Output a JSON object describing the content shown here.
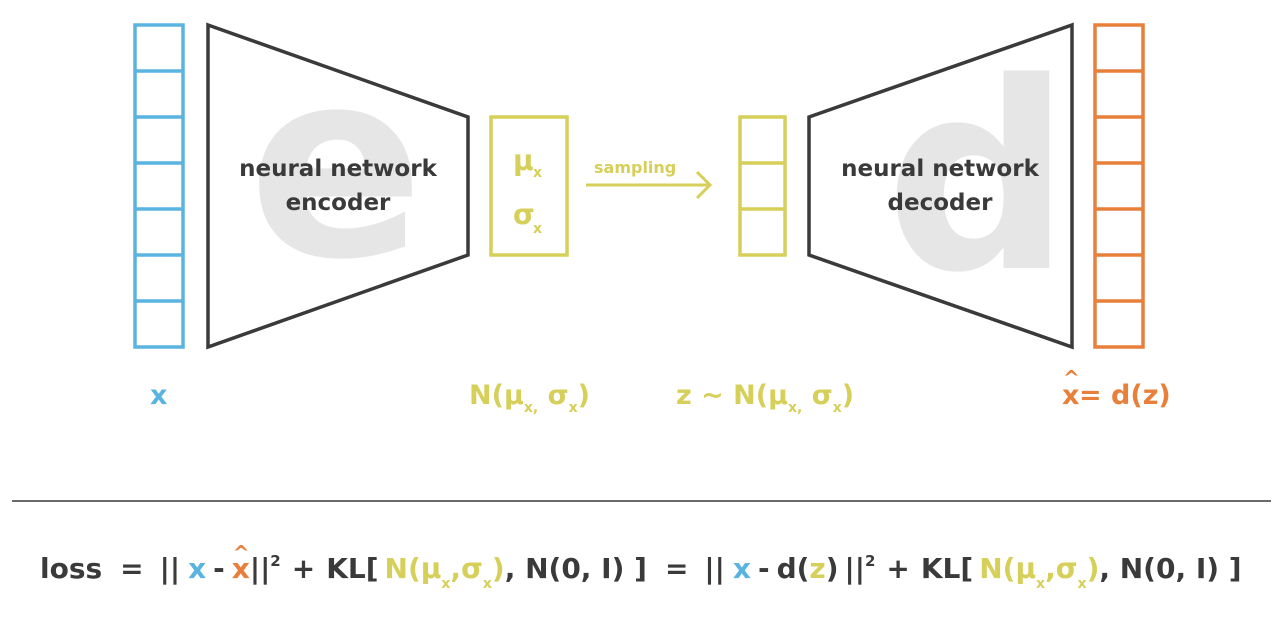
{
  "colors": {
    "input": "#5ab4e0",
    "latent": "#d6cf5a",
    "output": "#e87f3a",
    "dark": "#3a3a3a",
    "watermark": "#e6e6e6"
  },
  "encoder": {
    "watermark": "e",
    "label_line1": "neural network",
    "label_line2": "encoder"
  },
  "decoder": {
    "watermark": "d",
    "label_line1": "neural network",
    "label_line2": "decoder"
  },
  "latent_params": {
    "mu": "μ",
    "sigma": "σ",
    "sub": "x"
  },
  "arrow_label": "sampling",
  "labels": {
    "x": "x",
    "dist": {
      "N": "N(",
      "mu": "μ",
      "sub_mu": "x,",
      "sigma": " σ",
      "sub_sigma": "x",
      "close": ")"
    },
    "z": {
      "prefix": "z ~ N(",
      "mu": "μ",
      "sub_mu": "x,",
      "sigma": " σ",
      "sub_sigma": "x",
      "close": ")"
    },
    "xhat": {
      "x": "x",
      "hat": "^",
      "rest": " = d(z)"
    }
  },
  "loss": {
    "loss": "loss",
    "eq": "=",
    "norm_open": "||",
    "x": "x",
    "minus": "-",
    "xhat": "x",
    "hat": "^",
    "norm_close": "||",
    "sq": "2",
    "plus": "+",
    "kl_open": "KL[",
    "n_open": "N(",
    "mu": "μ",
    "sub": "x",
    "comma": ",",
    "sigma": "σ",
    "n_close": ")",
    "rest_kl": ", N(0, I) ]",
    "d_open": "d(",
    "z": "z",
    "d_close": ")"
  }
}
